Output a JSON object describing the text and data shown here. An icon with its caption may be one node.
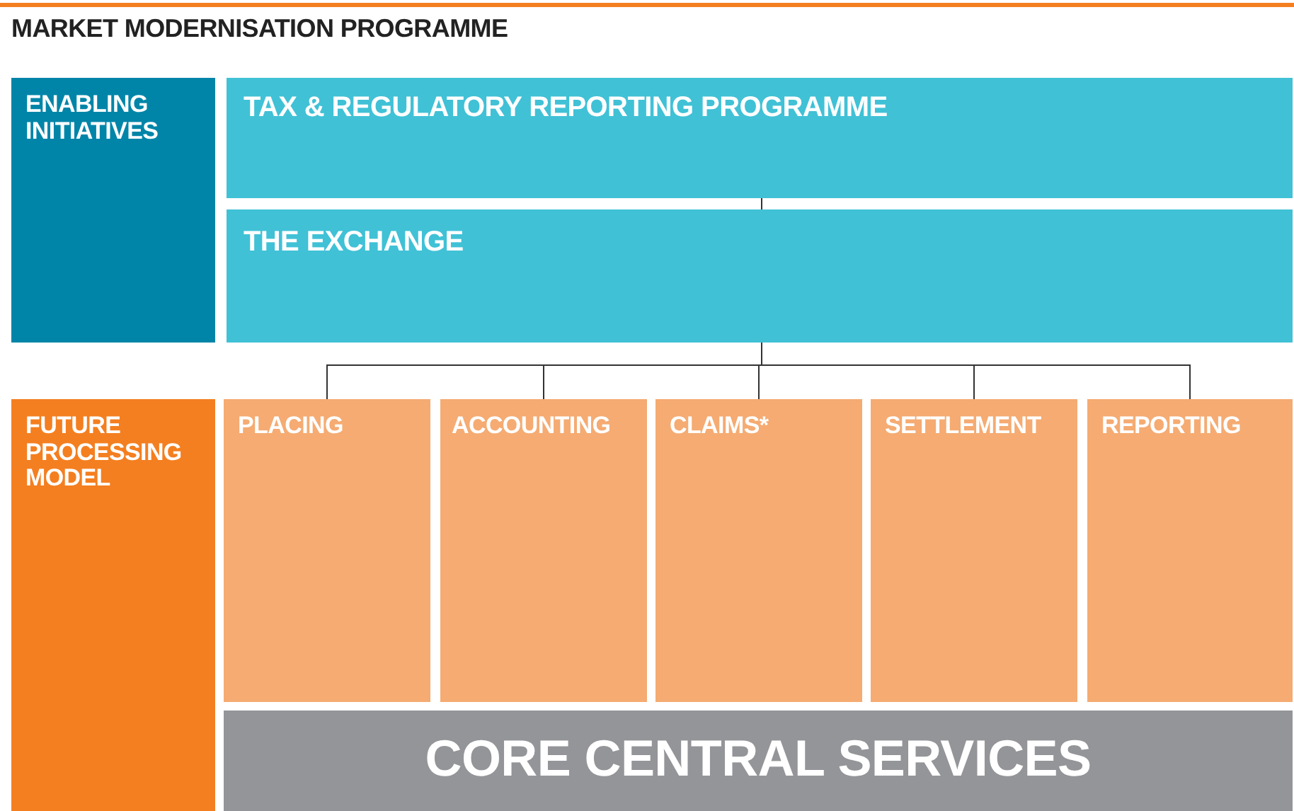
{
  "diagram": {
    "title": "MARKET MODERNISATION PROGRAMME",
    "nodes": [
      {
        "text": [
          "ENABLING INITIATIVES"
        ]
      },
      {
        "text": [
          "TAX & REGULATORY REPORTING PROGRAMME"
        ]
      },
      {
        "text": [
          "THE EXCHANGE"
        ]
      },
      {
        "text": [
          "FUTURE PROCESSING MODEL"
        ]
      },
      {
        "text": [
          "PLACING"
        ]
      },
      {
        "text": [
          "ACCOUNTING"
        ]
      },
      {
        "text": [
          "CLAIMS*"
        ]
      },
      {
        "text": [
          "SETTLEMENT"
        ]
      },
      {
        "text": [
          "REPORTING"
        ]
      },
      {
        "text": [
          "CORE CENTRAL SERVICES"
        ]
      }
    ],
    "edges": [
      {
        "from": 1,
        "to": 2,
        "arrow": "none"
      },
      {
        "from": 2,
        "to": 4,
        "arrow": "none"
      },
      {
        "from": 2,
        "to": 5,
        "arrow": "none"
      },
      {
        "from": 2,
        "to": 6,
        "arrow": "none"
      },
      {
        "from": 2,
        "to": 7,
        "arrow": "none"
      },
      {
        "from": 2,
        "to": 8,
        "arrow": "none"
      }
    ]
  }
}
